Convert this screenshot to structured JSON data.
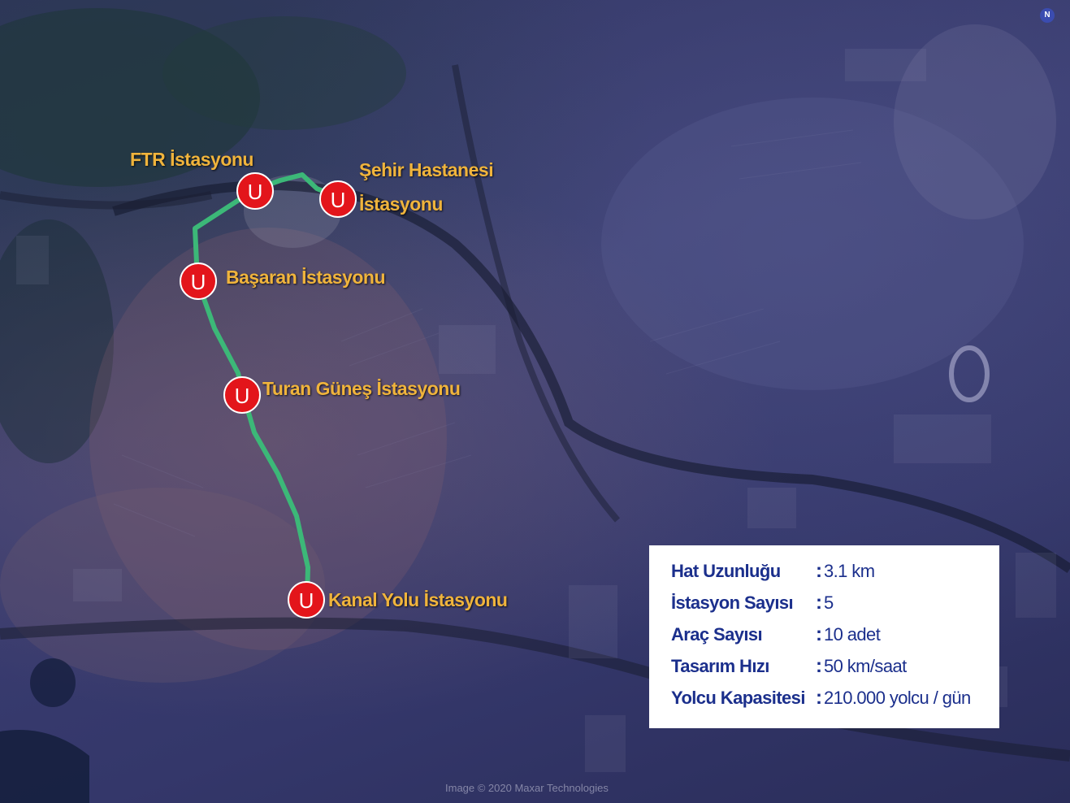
{
  "map": {
    "line_color": "#3cb878",
    "marker_color": "#e3151b",
    "label_color": "#f0b43c",
    "info_text_color": "#1b2f8c"
  },
  "stations": [
    {
      "marker_letter": "U",
      "name": "FTR İstasyonu"
    },
    {
      "marker_letter": "U",
      "name_line1": "Şehir Hastanesi",
      "name_line2": "İstasyonu"
    },
    {
      "marker_letter": "U",
      "name": "Başaran İstasyonu"
    },
    {
      "marker_letter": "U",
      "name": "Turan Güneş İstasyonu"
    },
    {
      "marker_letter": "U",
      "name": "Kanal Yolu İstasyonu"
    }
  ],
  "info": [
    {
      "key": "Hat Uzunluğu",
      "value": "3.1 km"
    },
    {
      "key": "İstasyon Sayısı",
      "value": "5"
    },
    {
      "key": "Araç Sayısı",
      "value": "10 adet"
    },
    {
      "key": "Tasarım Hızı",
      "value": "50 km/saat"
    },
    {
      "key": "Yolcu Kapasitesi",
      "value": "210.000 yolcu / gün"
    }
  ],
  "credit": "Image © 2020 Maxar Technologies",
  "north_icon": "N"
}
